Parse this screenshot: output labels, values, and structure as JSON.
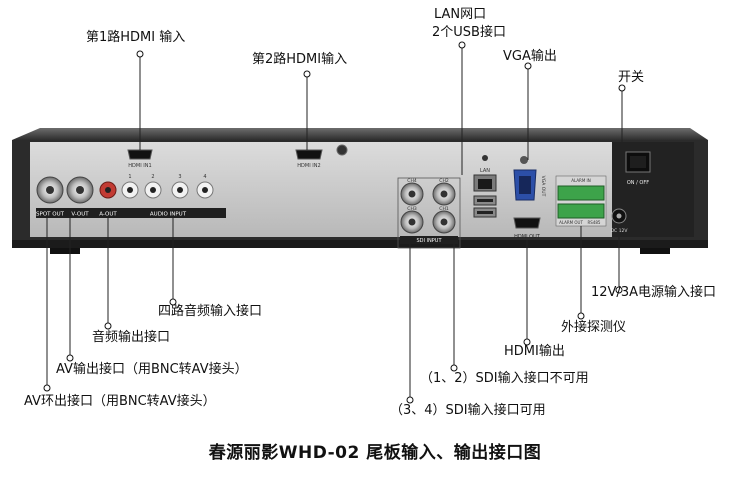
{
  "labels": {
    "hdmi1_in": "第1路HDMI 输入",
    "hdmi2_in": "第2路HDMI输入",
    "lan": "LAN网口",
    "usb": "2个USB接口",
    "vga_out": "VGA输出",
    "power_switch": "开关",
    "power_in": "12V/3A电源输入接口",
    "probe": "外接探测仪",
    "hdmi_out": "HDMI输出",
    "sdi12": "（1、2）SDI输入接口不可用",
    "sdi34": "（3、4）SDI输入接口可用",
    "audio_in": "四路音频输入接口",
    "audio_out": "音频输出接口",
    "av_out": "AV输出接口（用BNC转AV接头）",
    "av_loop": "AV环出接口（用BNC转AV接头）"
  },
  "panel_text": {
    "hdmi_in1": "HDMI IN1",
    "hdmi_in2": "HDMI IN2",
    "spot_out": "SPOT OUT",
    "v_out": "V-OUT",
    "a_out": "A-OUT",
    "audio_input": "AUDIO INPUT",
    "audio_nums": [
      "1",
      "2",
      "3",
      "4"
    ],
    "ch4": "CH4",
    "ch2": "CH2",
    "ch3": "CH3",
    "ch1": "CH1",
    "sdi_input": "SDI INPUT",
    "lan": "LAN",
    "vga_out": "VGA OUT",
    "hdmi_out": "HDMI OUT",
    "alarm_in": "ALARM IN",
    "alarm_out": "ALARM OUT",
    "rs485": "RS485",
    "dc12v": "DC 12V",
    "on_off": "ON / OFF"
  },
  "caption": "春源丽影WHD-02 尾板输入、输出接口图"
}
